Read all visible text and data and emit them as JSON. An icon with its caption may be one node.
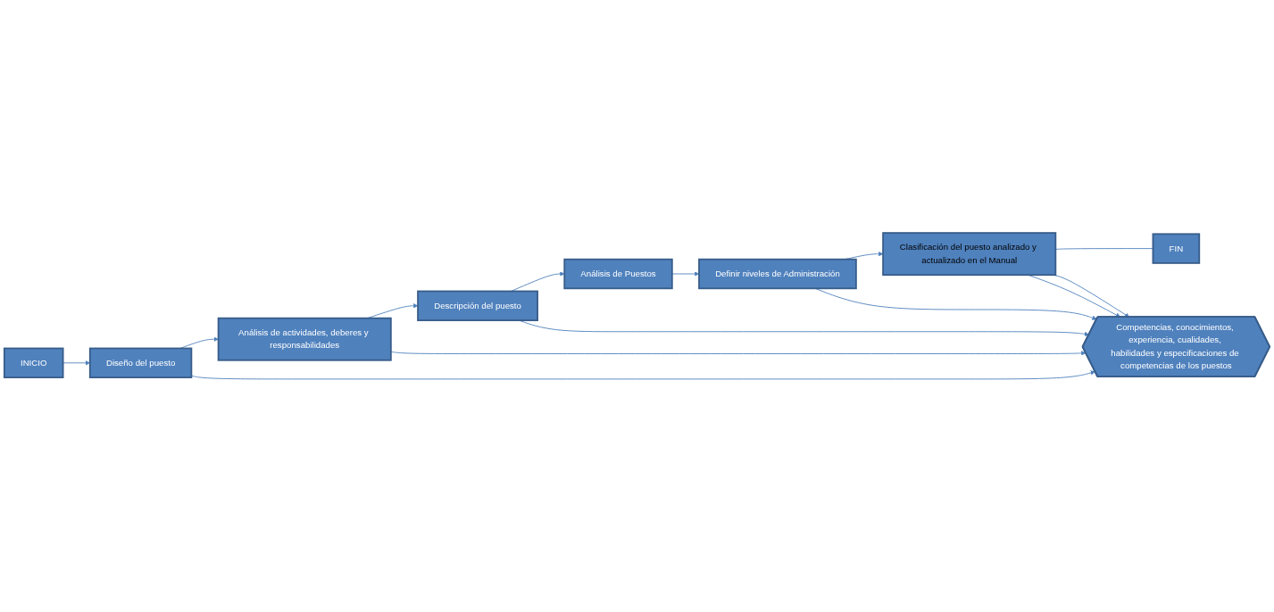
{
  "diagram": {
    "nodes": [
      {
        "text": [
          "INICIO"
        ]
      },
      {
        "text": [
          "Diseño del puesto"
        ]
      },
      {
        "text": [
          "Análisis de actividades, deberes y responsabilidades"
        ]
      },
      {
        "text": [
          "Descripción del puesto"
        ]
      },
      {
        "text": [
          "Competencias, conocimientos, experiencia, cualidades, habilidades y especificaciones de competencias de los puestos"
        ]
      },
      {
        "text": [
          "Análisis de Puestos"
        ]
      },
      {
        "text": [
          "Definir niveles de Administración"
        ]
      },
      {
        "text": [
          "Clasificación del puesto analizado y actualizado en el Manual"
        ]
      },
      {
        "text": [
          "FIN"
        ]
      }
    ],
    "edges": [
      {
        "from": 0,
        "to": 1,
        "arrow": "to"
      },
      {
        "from": 1,
        "to": 2,
        "arrow": "to"
      },
      {
        "from": 2,
        "to": 3,
        "arrow": "to"
      },
      {
        "from": 3,
        "to": 5,
        "arrow": "to"
      },
      {
        "from": 5,
        "to": 6,
        "arrow": "to"
      },
      {
        "from": 6,
        "to": 7,
        "arrow": "to"
      },
      {
        "from": 7,
        "to": 8,
        "arrow": "none"
      },
      {
        "from": 1,
        "to": 4,
        "arrow": "to"
      },
      {
        "from": 2,
        "to": 4,
        "arrow": "to"
      },
      {
        "from": 3,
        "to": 4,
        "arrow": "to"
      },
      {
        "from": 7,
        "to": 4,
        "arrow": "to"
      },
      {
        "from": 7,
        "to": 4,
        "arrow": "to"
      },
      {
        "from": 6,
        "to": 4,
        "arrow": "to"
      }
    ]
  }
}
